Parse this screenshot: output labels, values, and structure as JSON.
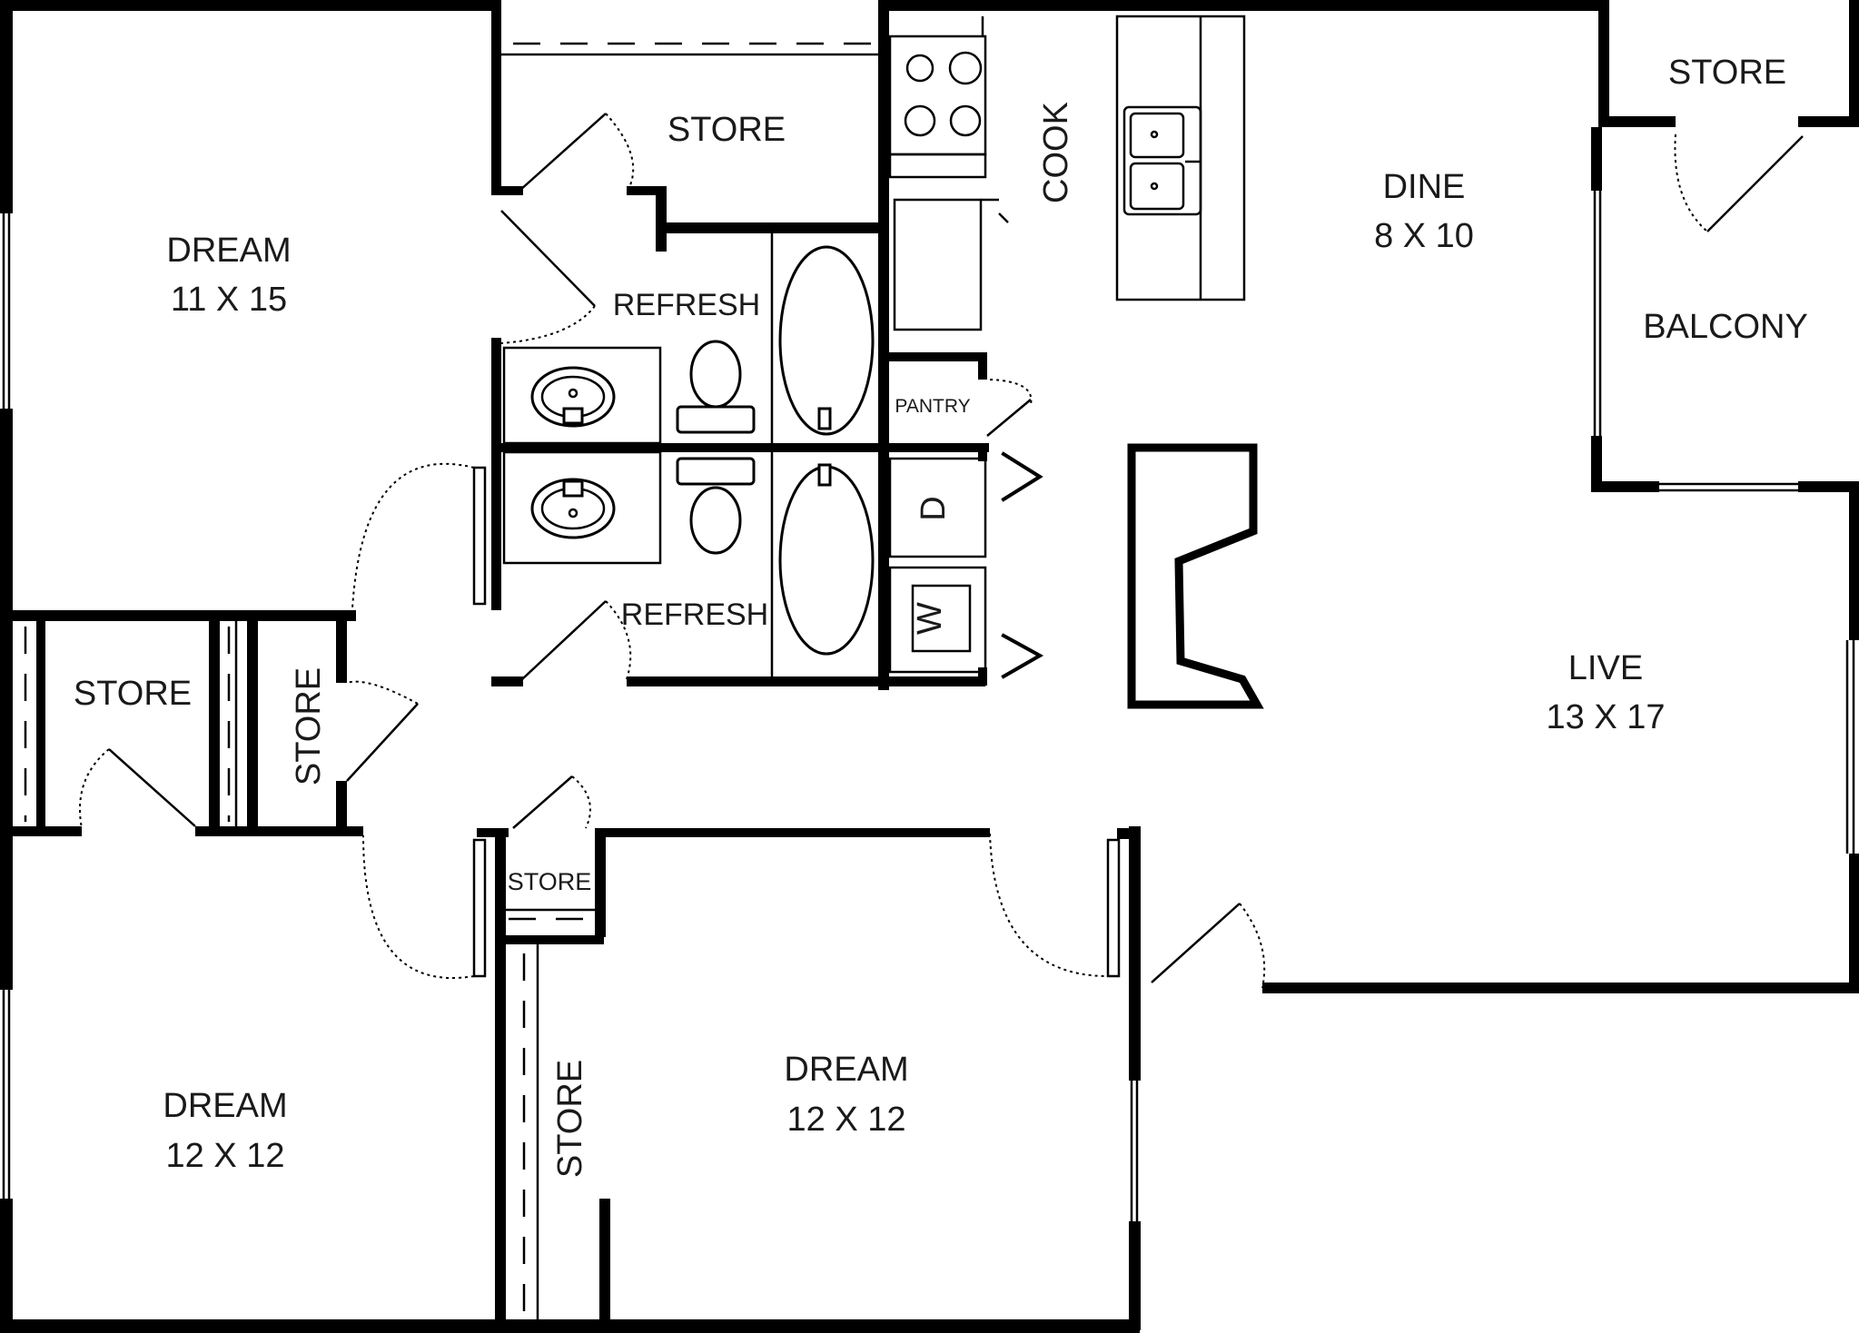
{
  "rooms": {
    "bedroom_top_left": {
      "name": "DREAM",
      "size": "11 X 15"
    },
    "bedroom_bottom_left": {
      "name": "DREAM",
      "size": "12 X 12"
    },
    "bedroom_bottom_mid": {
      "name": "DREAM",
      "size": "12 X 12"
    },
    "dine": {
      "name": "DINE",
      "size": "8 X 10"
    },
    "live": {
      "name": "LIVE",
      "size": "13 X 17"
    },
    "balcony": {
      "name": "BALCONY"
    },
    "cook": {
      "name": "COOK"
    },
    "pantry": {
      "name": "PANTRY"
    },
    "bath_top": {
      "name": "REFRESH"
    },
    "bath_bottom": {
      "name": "REFRESH"
    }
  },
  "storage": {
    "store_top_mid": "STORE",
    "store_top_right": "STORE",
    "store_left": "STORE",
    "store_left_vertical": "STORE",
    "store_hall_small": "STORE",
    "store_hall_vertical": "STORE"
  },
  "appliances": {
    "dryer": "D",
    "washer": "W"
  }
}
